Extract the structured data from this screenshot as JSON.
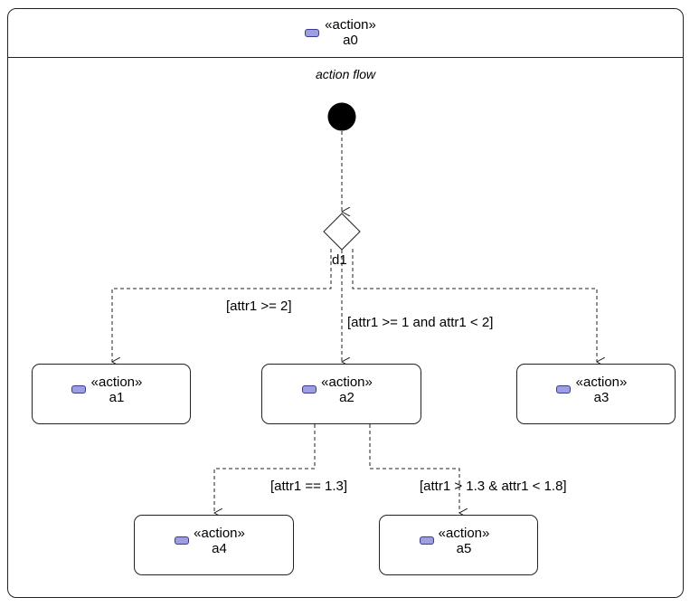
{
  "container": {
    "stereotype": "«action»",
    "name": "a0",
    "compartment_label": "action flow"
  },
  "decision": {
    "name": "d1"
  },
  "actions": [
    {
      "id": "a1",
      "stereotype": "«action»",
      "name": "a1"
    },
    {
      "id": "a2",
      "stereotype": "«action»",
      "name": "a2"
    },
    {
      "id": "a3",
      "stereotype": "«action»",
      "name": "a3"
    },
    {
      "id": "a4",
      "stereotype": "«action»",
      "name": "a4"
    },
    {
      "id": "a5",
      "stereotype": "«action»",
      "name": "a5"
    }
  ],
  "guards": {
    "d1_a1": "[attr1 >= 2]",
    "d1_a2": "[attr1 >= 1 and attr1 < 2]",
    "a2_a4": "[attr1 == 1.3]",
    "a2_a5": "[attr1 > 1.3 & attr1 < 1.8]"
  },
  "colors": {
    "icon_fill": "#9e9ee3",
    "icon_stroke": "#3b3b8a",
    "line": "#222222"
  },
  "icon": "action-icon"
}
